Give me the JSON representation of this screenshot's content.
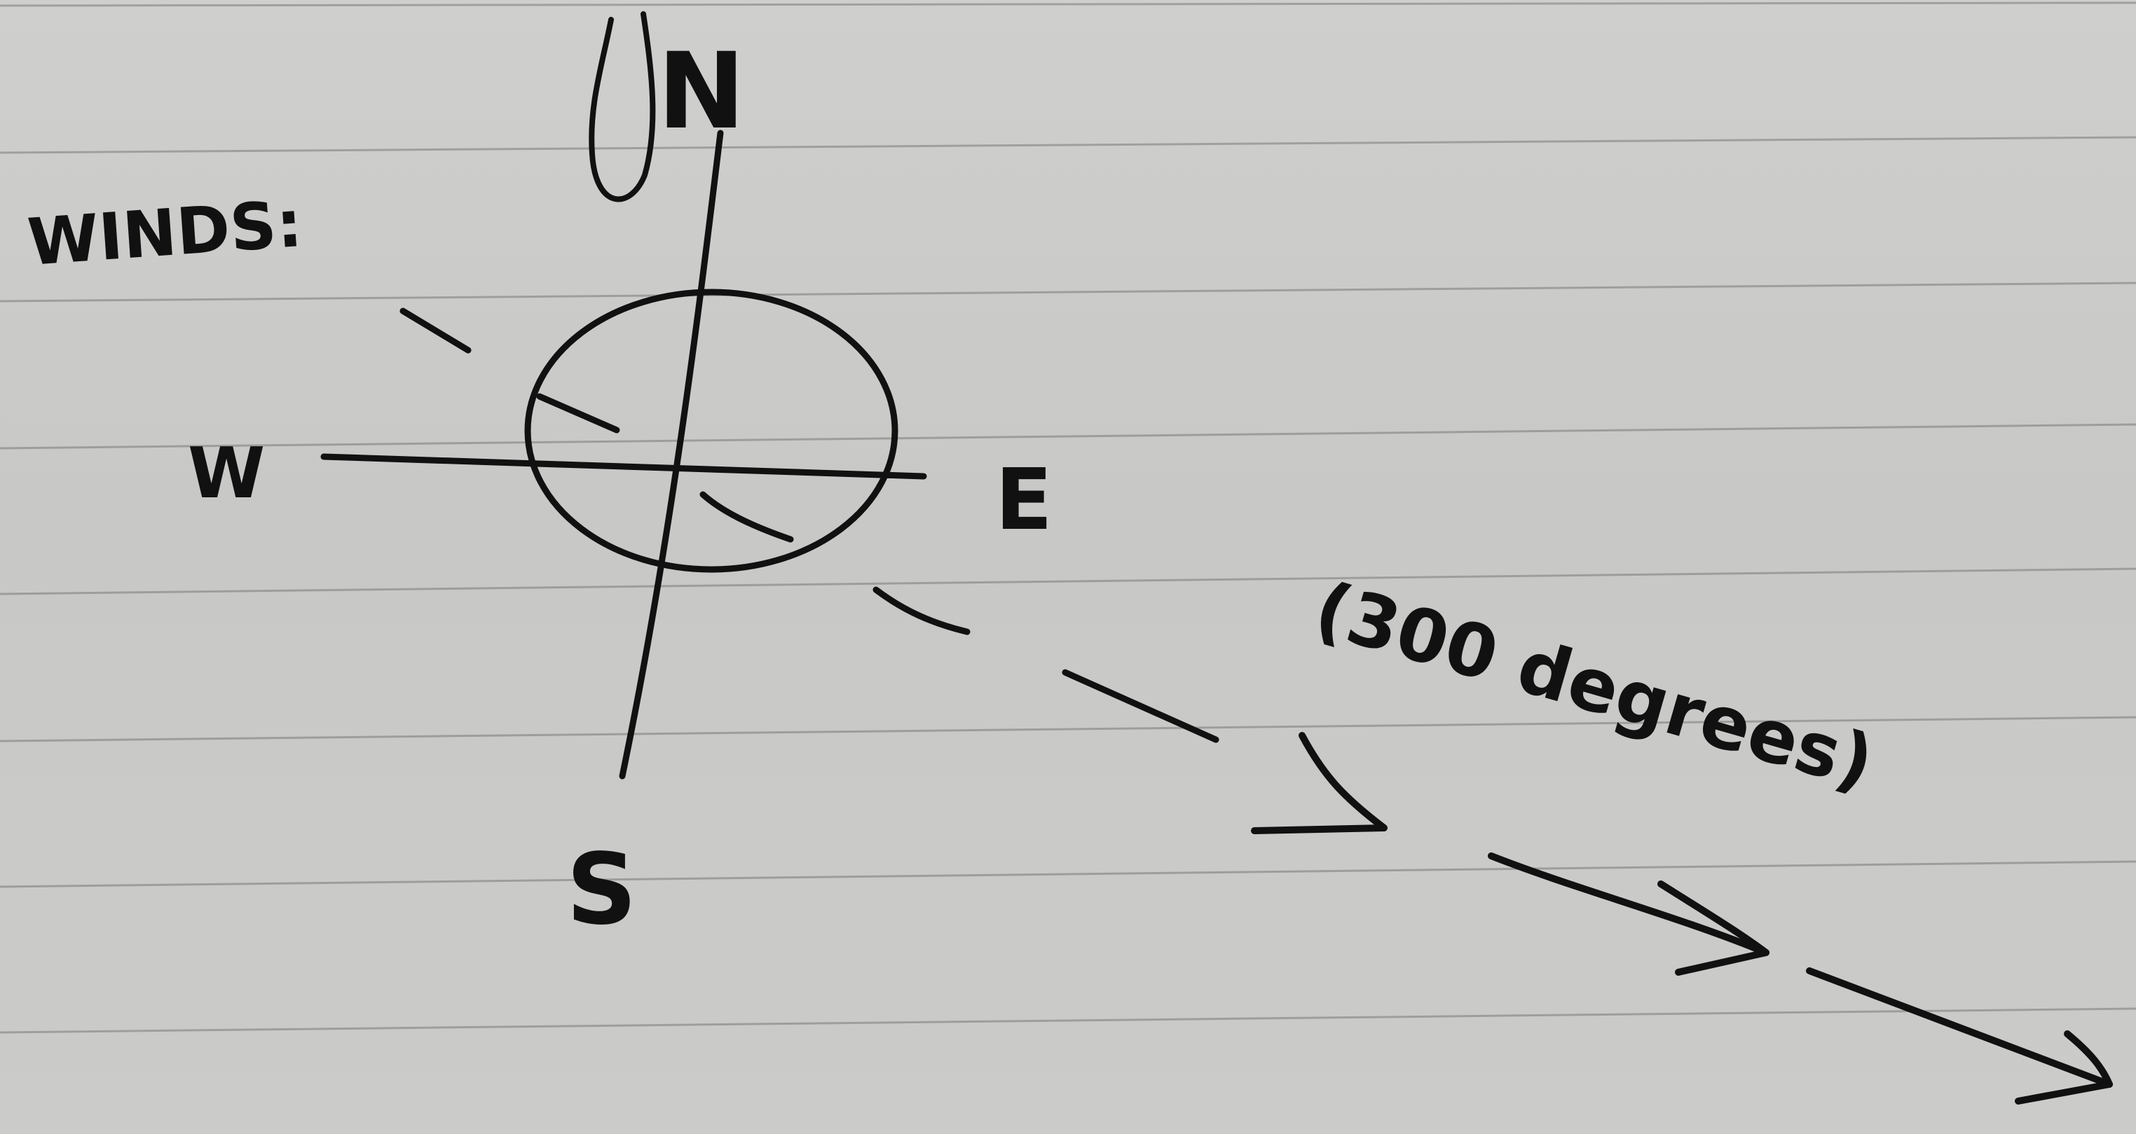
{
  "diagram": {
    "heading": "WINDS:",
    "compass": {
      "north": "N",
      "south": "S",
      "east": "E",
      "west": "W"
    },
    "direction_note": "(300 degrees)",
    "direction_degrees": 300,
    "ink_color": "#111111",
    "paper_color": "#cbcbc9",
    "rule_color": "#7a7a78"
  }
}
